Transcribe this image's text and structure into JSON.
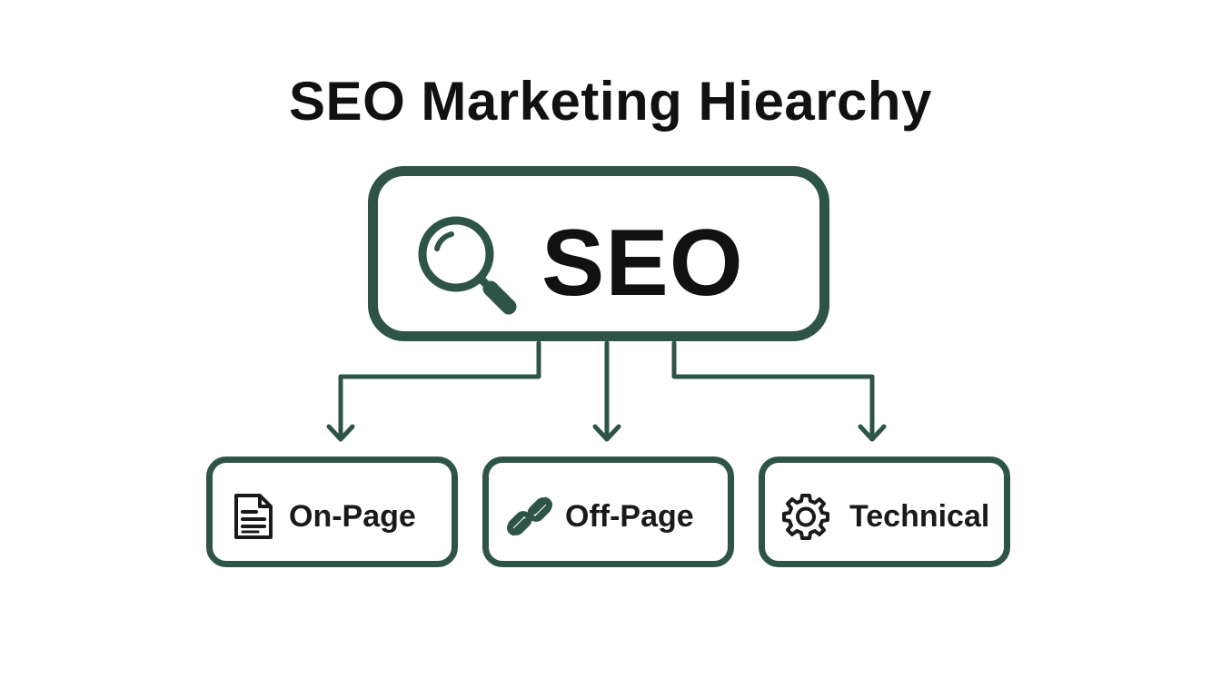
{
  "title": "SEO Marketing Hiearchy",
  "colors": {
    "box_border": "#2d5446",
    "connector": "#2d5446",
    "text": "#111111"
  },
  "root": {
    "label": "SEO",
    "icon": "magnifying-glass-icon"
  },
  "children": [
    {
      "label": "On-Page",
      "icon": "document-icon"
    },
    {
      "label": "Off-Page",
      "icon": "chain-link-icon"
    },
    {
      "label": "Technical",
      "icon": "gear-icon"
    }
  ]
}
